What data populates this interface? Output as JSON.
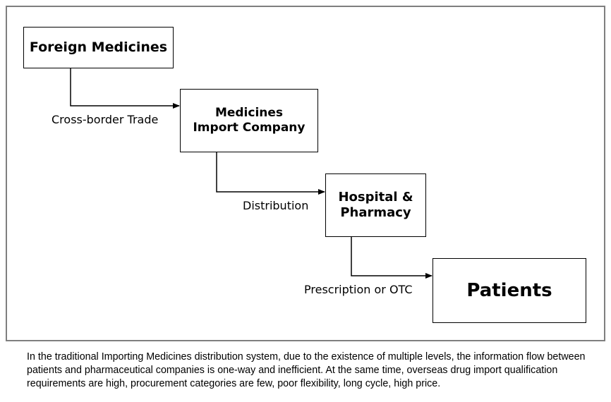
{
  "diagram": {
    "nodes": [
      {
        "id": "n1",
        "label": "Foreign Medicines"
      },
      {
        "id": "n2",
        "label": "Medicines\nImport Company"
      },
      {
        "id": "n3",
        "label": "Hospital &\nPharmacy"
      },
      {
        "id": "n4",
        "label": "Patients"
      }
    ],
    "edges": [
      {
        "from": "n1",
        "to": "n2",
        "label": "Cross-border Trade"
      },
      {
        "from": "n2",
        "to": "n3",
        "label": "Distribution"
      },
      {
        "from": "n3",
        "to": "n4",
        "label": "Prescription or OTC"
      }
    ]
  },
  "caption": "In the traditional Importing Medicines distribution system, due to the existence of multiple levels, the information flow between patients and pharmaceutical companies is one-way and inefficient. At the same time, overseas drug import qualification requirements are high, procurement categories are few, poor flexibility, long cycle, high price."
}
